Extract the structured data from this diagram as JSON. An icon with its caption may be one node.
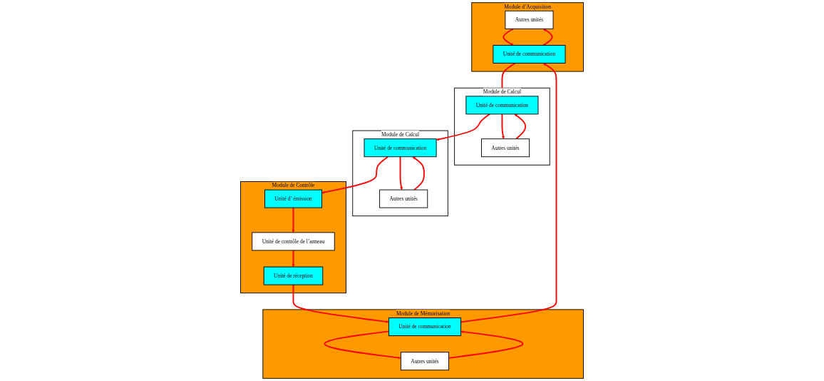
{
  "diagram": {
    "nodes": [
      {
        "text": [
          "Module d’Acquisition"
        ]
      },
      {
        "text": [
          "Autres unités"
        ],
        "in": 0
      },
      {
        "text": [
          "Unité de communication"
        ],
        "in": 0
      },
      {
        "text": [
          "Module de Calcul"
        ]
      },
      {
        "text": [
          "Unité de communication"
        ],
        "in": 3
      },
      {
        "text": [
          "Autres unités"
        ],
        "in": 3
      },
      {
        "text": [
          "Module de Mémorisation"
        ]
      },
      {
        "text": [
          "Autres unités"
        ],
        "in": 6
      },
      {
        "text": [
          "Unité de communication"
        ],
        "in": 6
      },
      {
        "text": [
          "Module de Calcul"
        ]
      },
      {
        "text": [
          "Unité de communication"
        ],
        "in": 9
      },
      {
        "text": [
          "Autres unités"
        ],
        "in": 9
      },
      {
        "text": [
          "Module de Contrôle"
        ]
      },
      {
        "text": [
          "Unité de réception"
        ],
        "in": 12
      },
      {
        "text": [
          "Unité d’ émission"
        ],
        "in": 12
      },
      {
        "text": [
          "Unité de contrôle de l’anneau"
        ],
        "in": 12
      }
    ],
    "edges": [
      {
        "from": 1,
        "to": 2,
        "arrow": "to"
      },
      {
        "from": 2,
        "to": 1,
        "arrow": "to"
      },
      {
        "from": 4,
        "to": 5,
        "arrow": "to"
      },
      {
        "from": 5,
        "to": 4,
        "arrow": "to"
      },
      {
        "from": 7,
        "to": 8,
        "arrow": "to"
      },
      {
        "from": 8,
        "to": 7,
        "arrow": "to"
      },
      {
        "from": 10,
        "to": 11,
        "arrow": "to"
      },
      {
        "from": 11,
        "to": 10,
        "arrow": "to"
      },
      {
        "from": 2,
        "to": 4,
        "arrow": "to"
      },
      {
        "from": 4,
        "to": 10,
        "arrow": "to"
      },
      {
        "from": 10,
        "to": 14,
        "arrow": "to"
      },
      {
        "from": 14,
        "to": 15,
        "arrow": "to"
      },
      {
        "from": 15,
        "to": 13,
        "arrow": "to"
      },
      {
        "from": 13,
        "to": 8,
        "arrow": "to"
      },
      {
        "from": 8,
        "to": 2,
        "arrow": "to"
      }
    ]
  }
}
